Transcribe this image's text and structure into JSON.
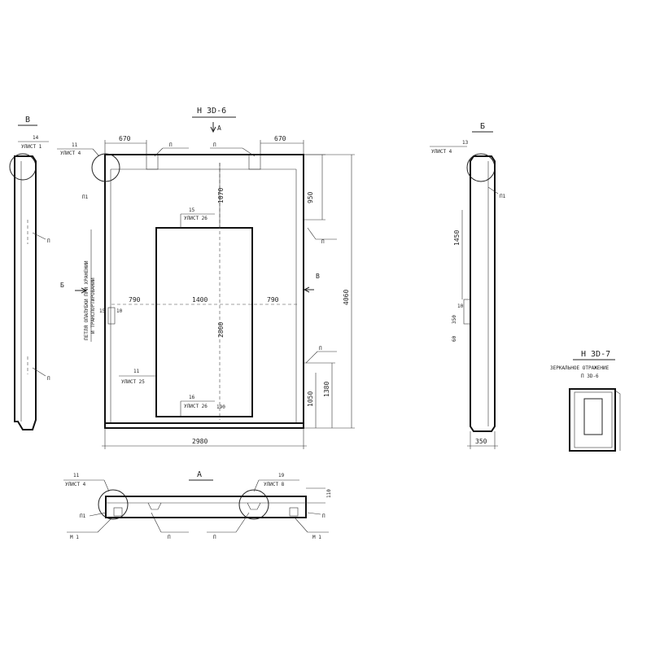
{
  "main_view": {
    "title": "Н 3D-6",
    "dims": {
      "top_left": "670",
      "top_right": "670",
      "h_1070": "1070",
      "h_950": "950",
      "h_4060": "4060",
      "w_790_left": "790",
      "w_1400": "1400",
      "w_790_right": "790",
      "h_2800": "2800",
      "h_1050": "1050",
      "h_1380": "1380",
      "w_2980": "2980"
    },
    "labels": {
      "p": "П",
      "p1": "П1",
      "arrow_a": "А",
      "arrow_b": "Б",
      "arrow_v": "В",
      "n15": "15",
      "sheet26_top": "УЛИСТ 26",
      "n11_top": "11",
      "sheet4_top": "УЛИСТ 4",
      "n11_bottom": "11",
      "sheet25": "УЛИСТ 25",
      "n16": "16",
      "sheet26_bottom": "УЛИСТ 26",
      "dim_190": "190",
      "side_note_1": "ПЕТЛЯ ОПАЛУБКИ ПРИ ХРАНЕНИИ",
      "side_note_2": "И ТРАНСПОРТИРОВАНИИ",
      "small_15": "15",
      "small_10": "10"
    }
  },
  "section_v": {
    "title": "В",
    "n": "14",
    "sheet": "УЛИСТ 1",
    "p": "П"
  },
  "section_b": {
    "title": "Б",
    "n": "13",
    "sheet": "УЛИСТ 4",
    "p1": "П1",
    "h_1450": "1450",
    "h_350": "350",
    "h_10": "10",
    "h_60": "60",
    "w_350": "350"
  },
  "view_a": {
    "title": "А",
    "left_n": "11",
    "left_sheet": "УЛИСТ 4",
    "right_n": "19",
    "right_sheet": "УЛИСТ 8",
    "h_110": "110",
    "p": "П",
    "p1": "П1",
    "m1": "М 1"
  },
  "mirror": {
    "title": "Н 3D-7",
    "line1": "ЗЕРКАЛЬНОЕ ОТРАЖЕНИЕ",
    "line2": "П 3D-6"
  }
}
